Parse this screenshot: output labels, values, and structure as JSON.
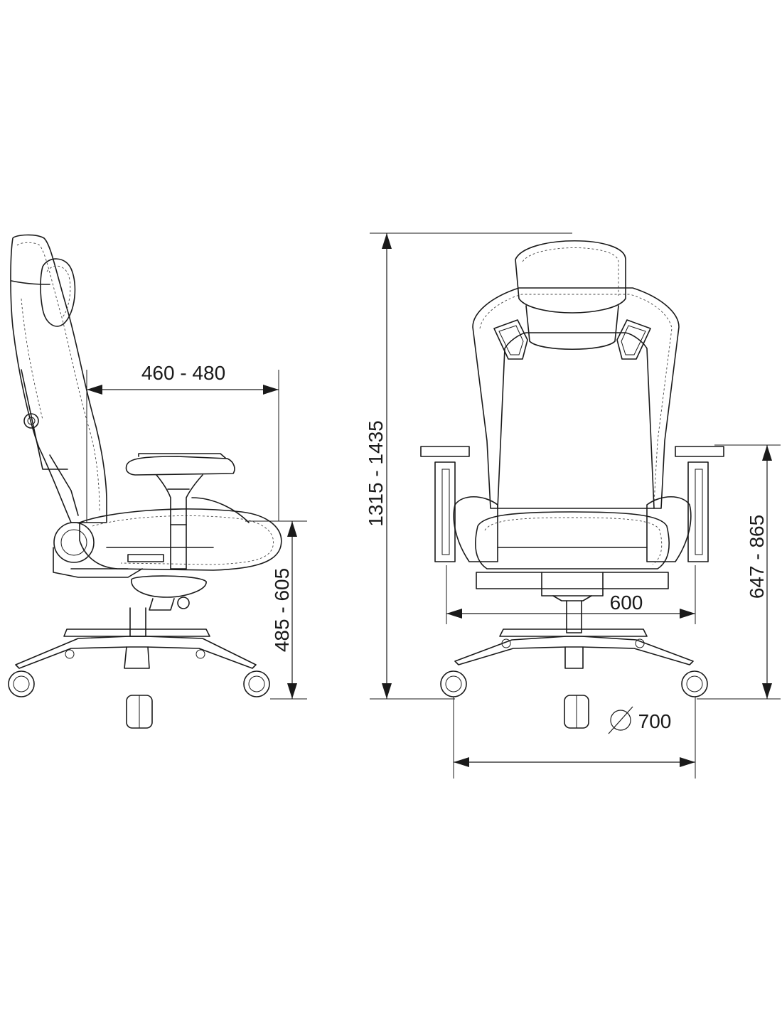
{
  "dimensions": {
    "seat_depth": "460 - 480",
    "seat_height": "485 - 605",
    "total_height": "1315 - 1435",
    "armrest_height": "647 - 865",
    "seat_width": "600",
    "base_diameter": "700",
    "diameter_symbol": "∅"
  },
  "colors": {
    "line": "#1a1a1a",
    "background": "#ffffff"
  }
}
